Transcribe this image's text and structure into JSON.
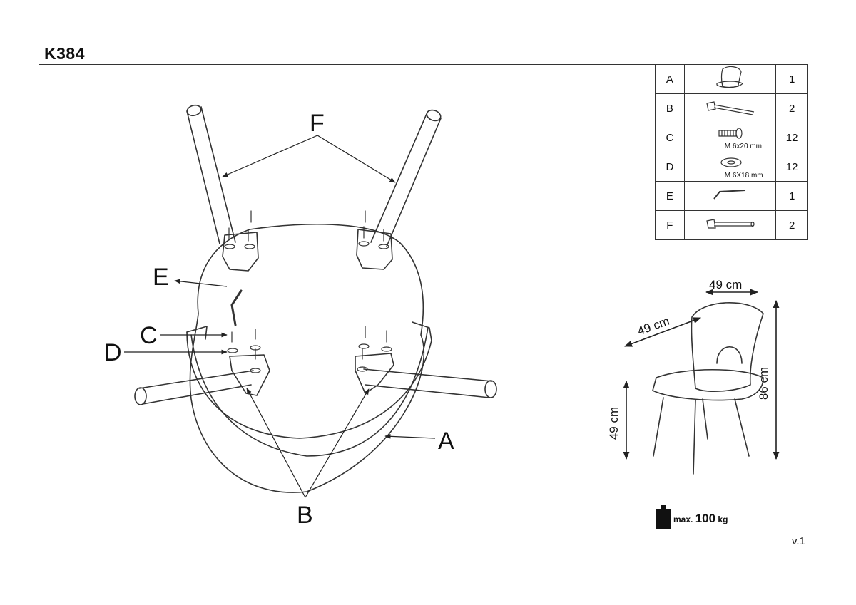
{
  "model_code": "K384",
  "version": "v.1",
  "parts": [
    {
      "letter": "A",
      "icon": "seat-shell-icon",
      "qty": "1"
    },
    {
      "letter": "B",
      "icon": "front-leg-icon",
      "qty": "2"
    },
    {
      "letter": "C",
      "icon": "screw-icon",
      "spec": "M  6x20 mm",
      "qty": "12"
    },
    {
      "letter": "D",
      "icon": "washer-icon",
      "spec": "M  6X18 mm",
      "qty": "12"
    },
    {
      "letter": "E",
      "icon": "allen-key-icon",
      "qty": "1"
    },
    {
      "letter": "F",
      "icon": "rear-leg-icon",
      "qty": "2"
    }
  ],
  "callouts": {
    "A": "A",
    "B": "B",
    "C": "C",
    "D": "D",
    "E": "E",
    "F": "F"
  },
  "dimensions": {
    "width": "49 cm",
    "depth": "49 cm",
    "height": "86 cm",
    "seat_height": "49 cm"
  },
  "max_load": {
    "prefix": "max.",
    "value": "100",
    "unit": "kg"
  }
}
